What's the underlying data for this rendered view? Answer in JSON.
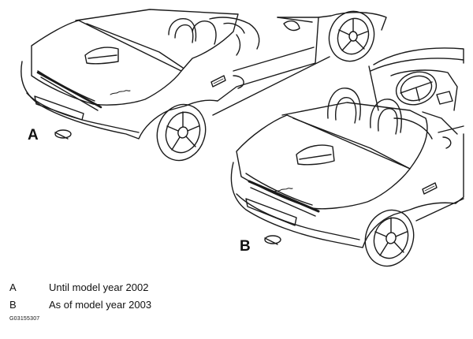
{
  "figure": {
    "callouts": {
      "a": "A",
      "b": "B"
    },
    "legend": [
      {
        "key": "A",
        "text": "Until model year 2002"
      },
      {
        "key": "B",
        "text": "As of model year 2003"
      }
    ],
    "figure_id": "G03155307"
  }
}
